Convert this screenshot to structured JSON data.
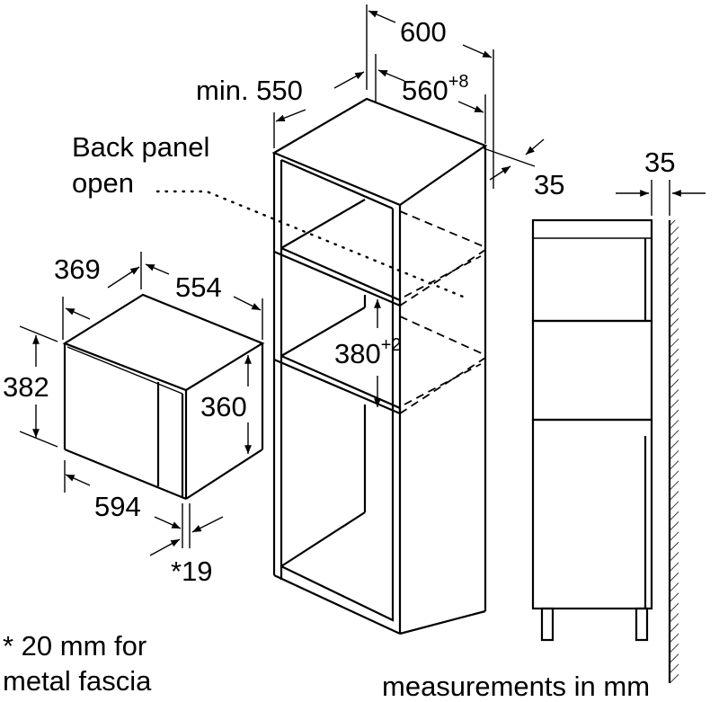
{
  "dimensions": {
    "cabinet_width": "600",
    "cabinet_depth_label": "min. 550",
    "niche_width": "560",
    "niche_width_tolerance": "+8",
    "side_offset": "35",
    "niche_height": "380",
    "niche_height_tolerance": "+2",
    "side_view_gap": "35",
    "appliance_depth": "369",
    "appliance_side_depth": "554",
    "appliance_height": "382",
    "appliance_body_height": "360",
    "appliance_width": "594",
    "fascia_thickness": "*19"
  },
  "notes": {
    "back_panel_line1": "Back panel",
    "back_panel_line2": "open",
    "fascia_note_line1": "* 20 mm for",
    "fascia_note_line2": "metal fascia",
    "units": "measurements in mm"
  }
}
